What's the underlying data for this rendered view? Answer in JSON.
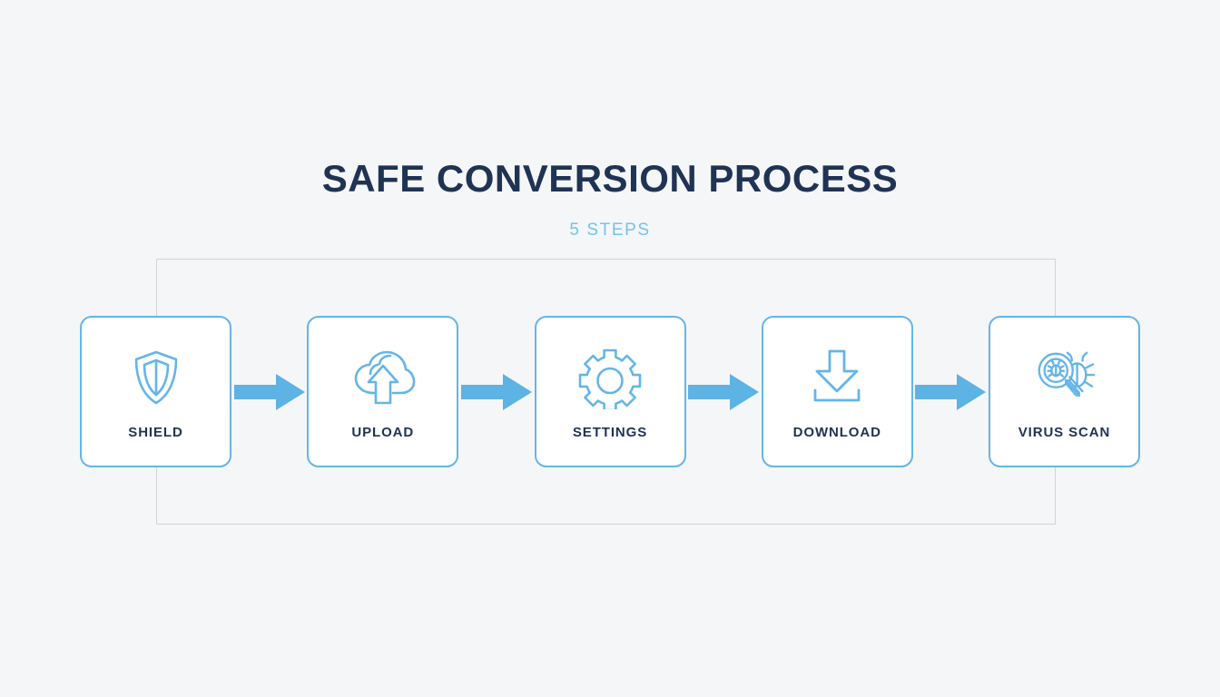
{
  "header": {
    "title": "SAFE CONVERSION PROCESS",
    "subtitle": "5 STEPS"
  },
  "colors": {
    "background": "#f5f6f8",
    "title_text": "#1f3354",
    "subtitle_text": "#74c2ee",
    "card_border": "#64b5e8",
    "card_fill": "#ffffff",
    "icon_stroke": "#64b5e8",
    "arrow_fill": "#5cb3e4",
    "frame_border": "#d2d3d5",
    "label_text": "#1f3354"
  },
  "diagram": {
    "type": "process-flow",
    "orientation": "horizontal",
    "step_count": 5,
    "frame_visible": true,
    "steps": [
      {
        "index": 1,
        "label": "SHIELD",
        "icon": "shield-icon"
      },
      {
        "index": 2,
        "label": "UPLOAD",
        "icon": "cloud-upload-icon"
      },
      {
        "index": 3,
        "label": "SETTINGS",
        "icon": "gear-icon"
      },
      {
        "index": 4,
        "label": "DOWNLOAD",
        "icon": "download-icon"
      },
      {
        "index": 5,
        "label": "VIRUS SCAN",
        "icon": "virus-scan-icon"
      }
    ],
    "connectors": [
      {
        "from": "SHIELD",
        "to": "UPLOAD",
        "icon": "arrow-right-icon"
      },
      {
        "from": "UPLOAD",
        "to": "SETTINGS",
        "icon": "arrow-right-icon"
      },
      {
        "from": "SETTINGS",
        "to": "DOWNLOAD",
        "icon": "arrow-right-icon"
      },
      {
        "from": "DOWNLOAD",
        "to": "VIRUS SCAN",
        "icon": "arrow-right-icon"
      }
    ]
  }
}
